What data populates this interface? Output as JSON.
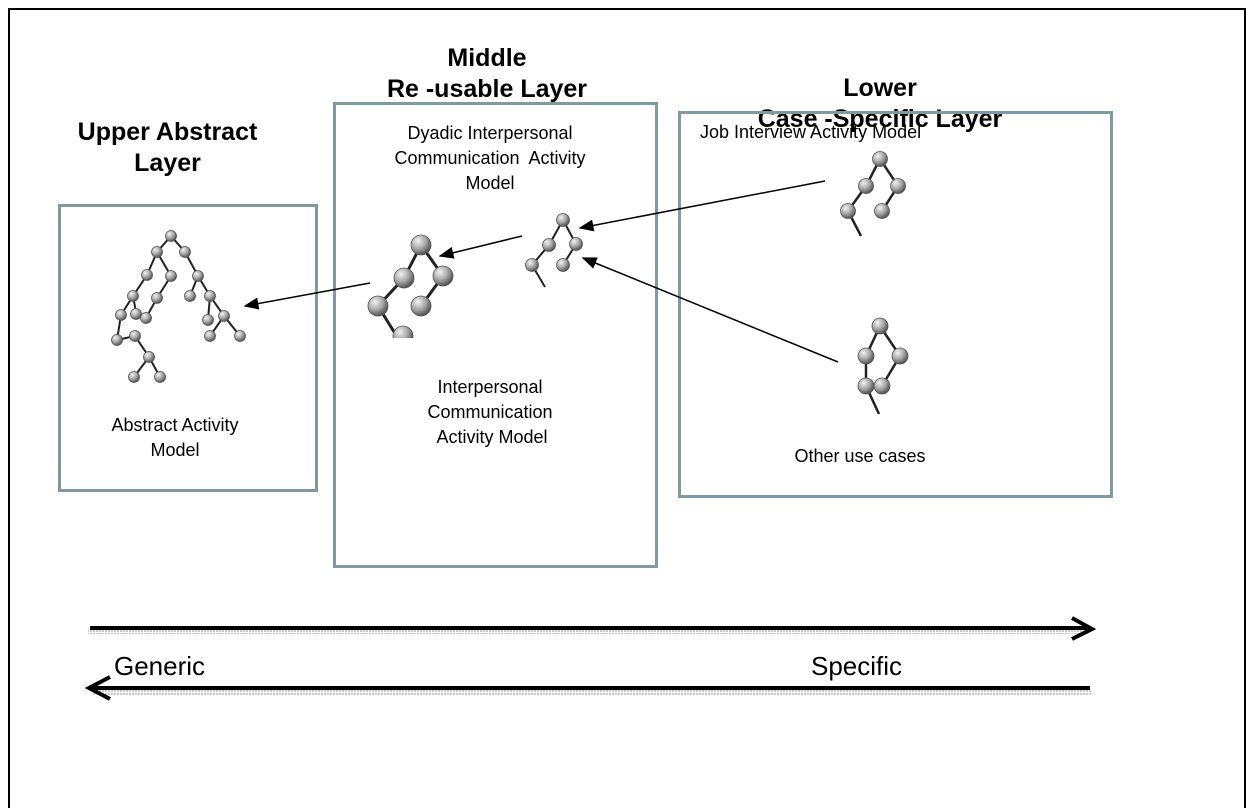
{
  "layers": {
    "upper": {
      "title": "Upper Abstract\nLayer",
      "model_label": "Abstract Activity\nModel"
    },
    "middle": {
      "title": "Middle\nRe -usable Layer",
      "top_model_label": "Dyadic Interpersonal\nCommunication  Activity\nModel",
      "bottom_model_label": "Interpersonal\nCommunication\n Activity Model"
    },
    "lower": {
      "title": "Lower\nCase -Specific Layer",
      "top_model_label": "Job Interview Activity Model",
      "bottom_model_label": "Other use cases"
    }
  },
  "axis": {
    "left_label": "Generic",
    "right_label": "Specific"
  },
  "colors": {
    "box_border": "#7f9aa0",
    "node_fill": "#a8a8a8",
    "arrow": "#000000"
  },
  "icons": [
    "tree-icon"
  ]
}
